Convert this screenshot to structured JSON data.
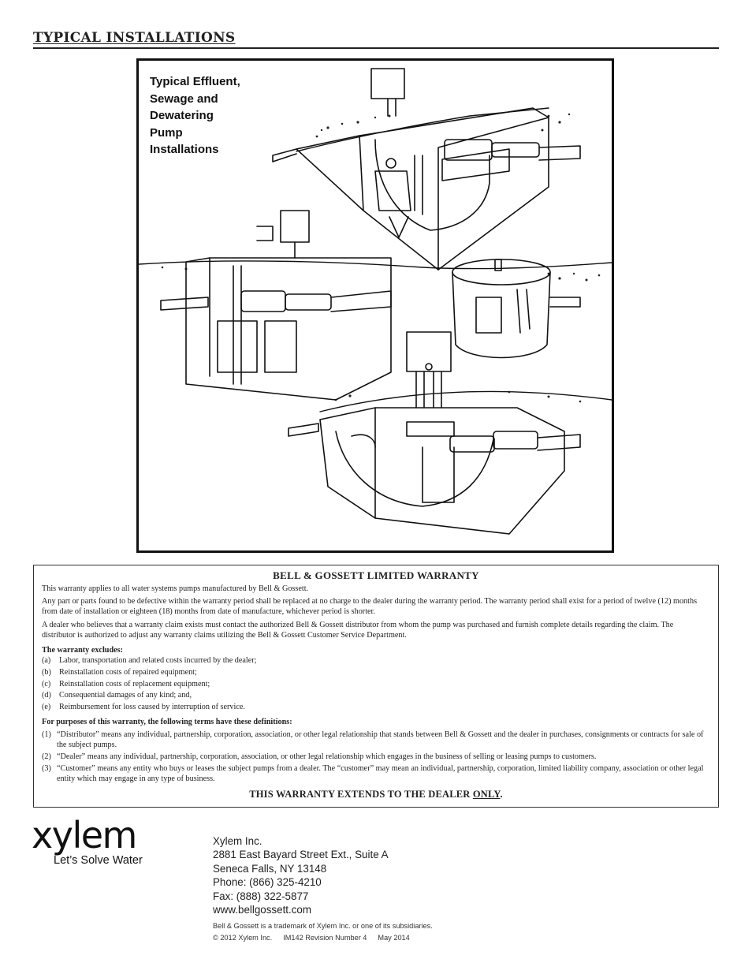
{
  "header": {
    "title": "TYPICAL INSTALLATIONS"
  },
  "figure": {
    "caption": "Typical Effluent,\nSewage and\nDewatering\nPump\nInstallations"
  },
  "warranty": {
    "title": "BELL & GOSSETT LIMITED WARRANTY",
    "intro": "This warranty applies to all water systems pumps manufactured by Bell & Gossett.",
    "para1": "Any part or parts found to be defective within the warranty period shall be replaced at no charge to the dealer during the warranty period. The warranty period shall exist for a period of twelve (12) months from date of installation or eighteen (18) months from date of manufacture, whichever period is shorter.",
    "para2": "A dealer who believes that a warranty claim exists must contact the authorized Bell & Gossett distributor from whom the pump was purchased and furnish complete details regarding the claim. The distributor is authorized to adjust any warranty claims utilizing the Bell & Gossett Customer Service Department.",
    "excludes_heading": "The warranty excludes:",
    "excludes": [
      {
        "label": "(a)",
        "text": "Labor, transportation and related costs incurred by the dealer;"
      },
      {
        "label": "(b)",
        "text": "Reinstallation costs of repaired equipment;"
      },
      {
        "label": "(c)",
        "text": "Reinstallation costs of replacement equipment;"
      },
      {
        "label": "(d)",
        "text": "Consequential damages of any kind; and,"
      },
      {
        "label": "(e)",
        "text": "Reimbursement for loss caused by interruption of service."
      }
    ],
    "definitions_heading": "For purposes of this warranty, the following terms have these definitions:",
    "definitions": [
      {
        "label": "(1)",
        "text": "“Distributor” means any individual, partnership, corporation, association, or other legal relationship that stands between Bell & Gossett and the dealer in purchases, consignments or contracts for sale of the subject pumps."
      },
      {
        "label": "(2)",
        "text": "“Dealer” means any individual, partnership, corporation, association, or other legal relationship which engages in the business of selling or leasing pumps to customers."
      },
      {
        "label": "(3)",
        "text": "“Customer” means any entity who buys or leases the subject pumps from a dealer. The “customer” may mean an individual, partnership, corporation, limited liability company, association or other legal entity which may engage in any type of business."
      }
    ],
    "footer_prefix": "THIS WARRANTY EXTENDS TO THE DEALER ",
    "footer_emphasis": "ONLY",
    "footer_suffix": "."
  },
  "logo": {
    "wordmark": "xylem",
    "tagline": "Let’s Solve Water"
  },
  "address": {
    "company": "Xylem Inc.",
    "street": "2881 East Bayard Street Ext., Suite A",
    "city": "Seneca Falls, NY 13148",
    "phone": "Phone: (866) 325-4210",
    "fax": "Fax: (888) 322-5877",
    "web": "www.bellgossett.com"
  },
  "fineprint": {
    "trademark": "Bell & Gossett is a trademark of Xylem Inc. or one of its subsidiaries.",
    "copyright": "© 2012 Xylem Inc.",
    "doc_number": "IM142 Revision Number 4",
    "date": "May 2014"
  }
}
